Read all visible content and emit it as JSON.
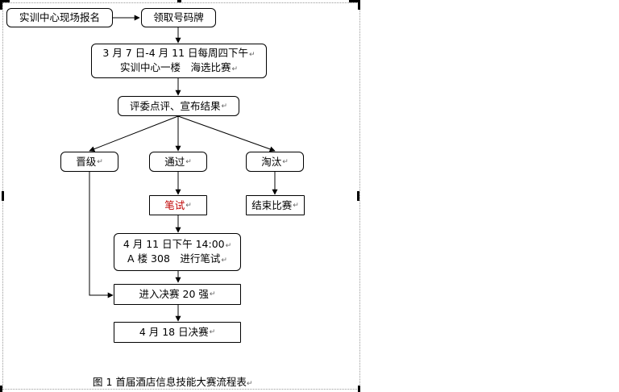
{
  "flowchart": {
    "nodes": [
      {
        "id": "register",
        "text": "实训中心现场报名"
      },
      {
        "id": "get_number",
        "text": "领取号码牌"
      },
      {
        "id": "preliminary_line1",
        "text": "3 月 7 日-4 月 11 日每周四下午"
      },
      {
        "id": "preliminary_line2",
        "text": "实训中心一楼　海选比赛"
      },
      {
        "id": "judge_comment",
        "text": "评委点评、宣布结果"
      },
      {
        "id": "promote",
        "text": "晋级"
      },
      {
        "id": "pass",
        "text": "通过"
      },
      {
        "id": "eliminate",
        "text": "淘汰"
      },
      {
        "id": "written_test",
        "text": "笔试"
      },
      {
        "id": "end_match",
        "text": "结束比赛"
      },
      {
        "id": "written_time_line1",
        "text": "4 月 11 日下午 14:00"
      },
      {
        "id": "written_time_line2",
        "text": "A 楼 308　进行笔试"
      },
      {
        "id": "top20",
        "text": "进入决赛 20 强"
      },
      {
        "id": "final",
        "text": "4 月 18 日决赛"
      }
    ],
    "edges": [
      [
        "register",
        "get_number"
      ],
      [
        "get_number",
        "preliminary"
      ],
      [
        "preliminary",
        "judge_comment"
      ],
      [
        "judge_comment",
        "promote"
      ],
      [
        "judge_comment",
        "pass"
      ],
      [
        "judge_comment",
        "eliminate"
      ],
      [
        "pass",
        "written_test"
      ],
      [
        "eliminate",
        "end_match"
      ],
      [
        "written_test",
        "written_time"
      ],
      [
        "written_time",
        "top20"
      ],
      [
        "promote",
        "top20"
      ],
      [
        "top20",
        "final"
      ]
    ],
    "caption": "图 1 首届酒店信息技能大赛流程表",
    "paragraph_mark": "↵",
    "colors": {
      "text": "#000000",
      "highlight_text": "#c00000",
      "line": "#000000"
    }
  }
}
